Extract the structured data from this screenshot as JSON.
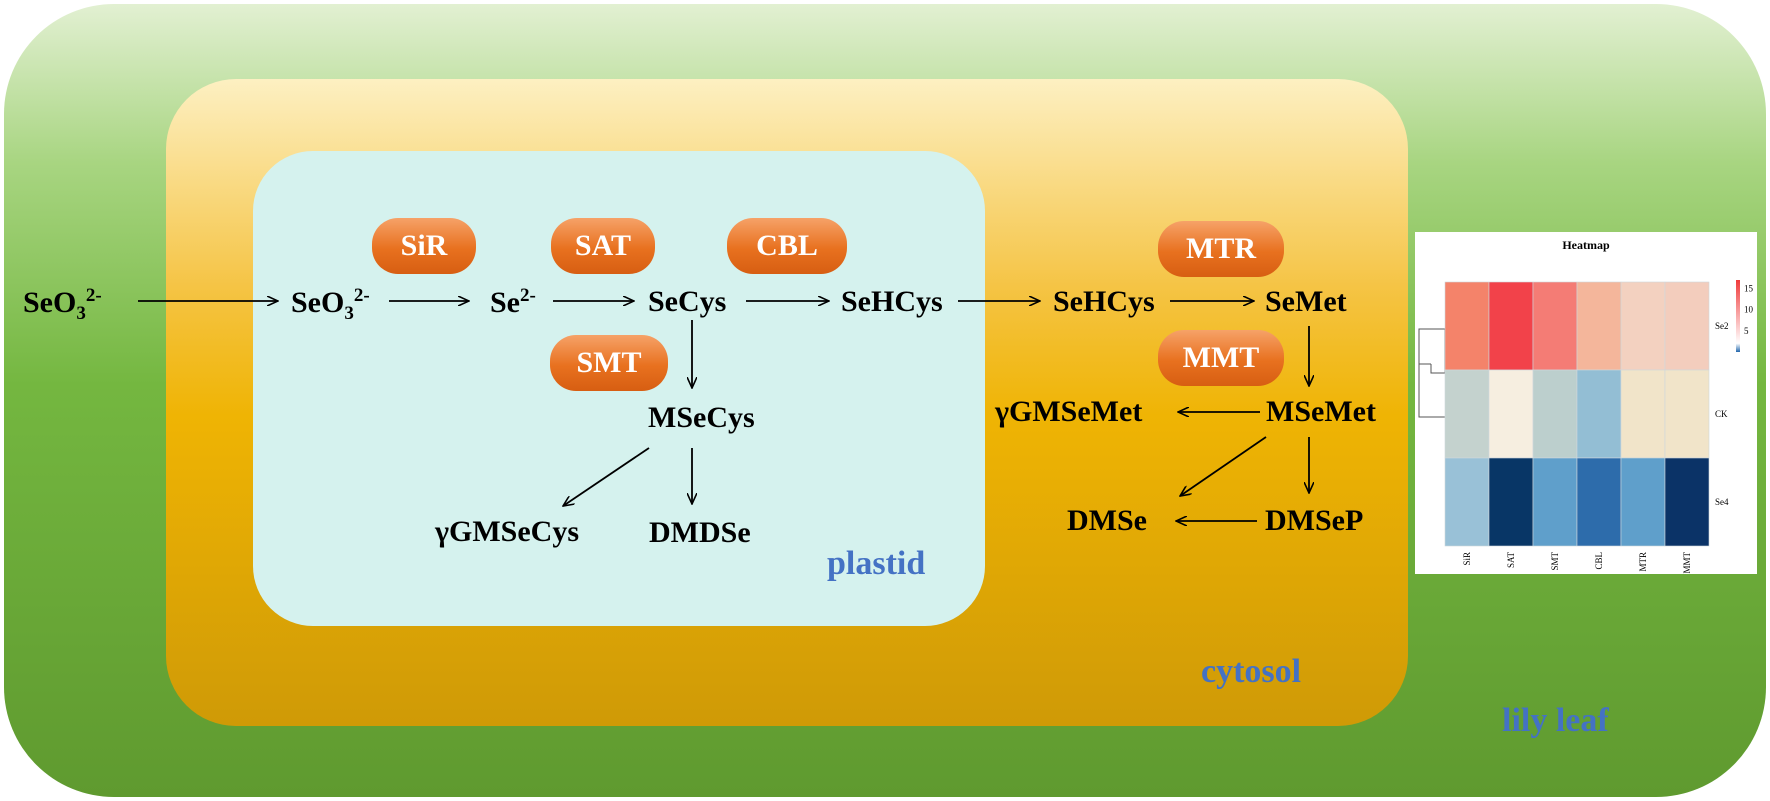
{
  "compartments": {
    "leaf": "lily leaf",
    "cytosol": "cytosol",
    "plastid": "plastid"
  },
  "metabolites": {
    "seo3_outside_base": "SeO",
    "seo3_outside_sub": "3",
    "seo3_outside_sup": "2-",
    "seo3_plastid_base": "SeO",
    "seo3_plastid_sub": "3",
    "seo3_plastid_sup": "2-",
    "se_base": "Se",
    "se_sup": "2-",
    "secys": "SeCys",
    "sehcys_plastid": "SeHCys",
    "msecys": "MSeCys",
    "gmsecys": "γGMSeCys",
    "dmdse": "DMDSe",
    "sehcys_cytosol": "SeHCys",
    "semet": "SeMet",
    "msemet": "MSeMet",
    "gmsemet": "γGMSeMet",
    "dmse": "DMSe",
    "dmsep": "DMSeP"
  },
  "enzymes": {
    "sir": "SiR",
    "sat": "SAT",
    "cbl": "CBL",
    "smt": "SMT",
    "mtr": "MTR",
    "mmt": "MMT"
  },
  "heatmap": {
    "title": "Heatmap",
    "columns": [
      "SiR",
      "SAT",
      "SMT",
      "CBL",
      "MTR",
      "MMT"
    ],
    "rows": [
      "Se2",
      "CK",
      "Se4"
    ],
    "cell_colors": [
      [
        "#f4836a",
        "#f2424a",
        "#f47c75",
        "#f4b69b",
        "#f3d1c0",
        "#f3cdbd"
      ],
      [
        "#c4d2ce",
        "#f6eee0",
        "#bccfcd",
        "#93bed4",
        "#f1e4c9",
        "#f1e4c9"
      ],
      [
        "#99c1d7",
        "#083666",
        "#5f9fcb",
        "#2d6cab",
        "#5f9fcb",
        "#0b3367"
      ]
    ],
    "legend_ticks": [
      "15",
      "10",
      "5"
    ],
    "legend_range": [
      0,
      17
    ],
    "legend_colors": [
      "#2166ac",
      "#ffffff",
      "#f03b3b"
    ]
  }
}
